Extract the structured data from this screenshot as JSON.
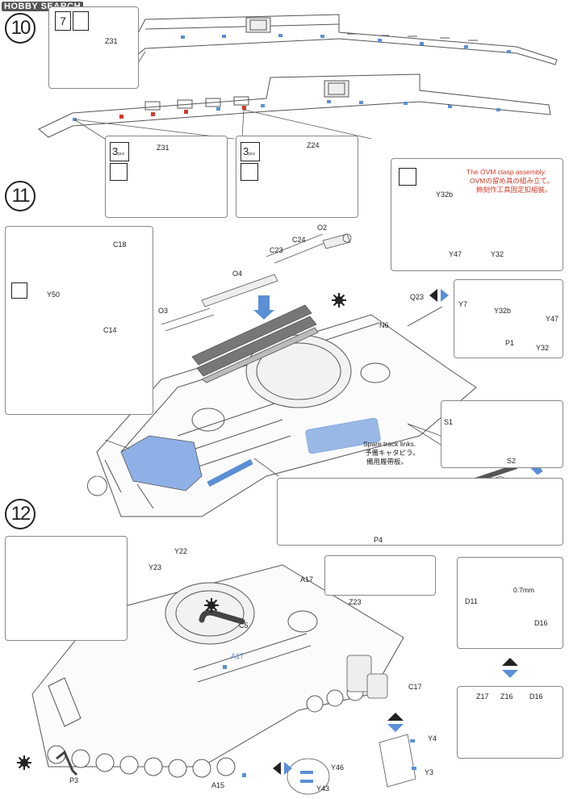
{
  "watermark": "HOBBY SEARCH",
  "steps": {
    "s10": "10",
    "s11": "11",
    "s12": "12"
  },
  "icons": {
    "three_pcs": "3",
    "pcs": "pcs",
    "seven_pcs": "7"
  },
  "notes": {
    "ovm_en": "The OVM clasp assembly.",
    "ovm_jp": "OVMの留め具の組み立て。",
    "ovm_cn": "飾刻作工具固定扣組裝。",
    "spare_en": "Spare track links.",
    "spare_jp": "予備キャタピラ。",
    "spare_cn": "備用履帶板。",
    "drill": "0.7mm"
  },
  "labels": {
    "Z31a": "Z31",
    "Z31b": "Z31",
    "Z24": "Z24",
    "C18": "C18",
    "Y50": "Y50",
    "C14": "C14",
    "O2": "O2",
    "C24": "C24",
    "C23": "C23",
    "O4": "O4",
    "O3": "O3",
    "Q23": "Q23",
    "N6": "N6",
    "Y32b": "Y32b",
    "Y47a": "Y47",
    "Y32a": "Y32",
    "Y7": "Y7",
    "Y32b2": "Y32b",
    "Y47b": "Y47",
    "P1": "P1",
    "Y32c": "Y32",
    "S1": "S1",
    "S2": "S2",
    "P4": "P4",
    "Y23": "Y23",
    "Y22": "Y22",
    "C5": "C5",
    "A17a": "A17",
    "A17b": "A17",
    "Z23": "Z23",
    "C17": "C17",
    "D11": "D11",
    "D16a": "D16",
    "Z17": "Z17",
    "Z16": "Z16",
    "D16b": "D16",
    "Y4": "Y4",
    "Y3": "Y3",
    "Y46": "Y46",
    "Y43": "Y43",
    "A15": "A15",
    "P3": "P3"
  },
  "colors": {
    "blue": "#5b8fd6",
    "red": "#d23a2a",
    "line": "#555555",
    "part_fill": "#9ab8e6"
  }
}
